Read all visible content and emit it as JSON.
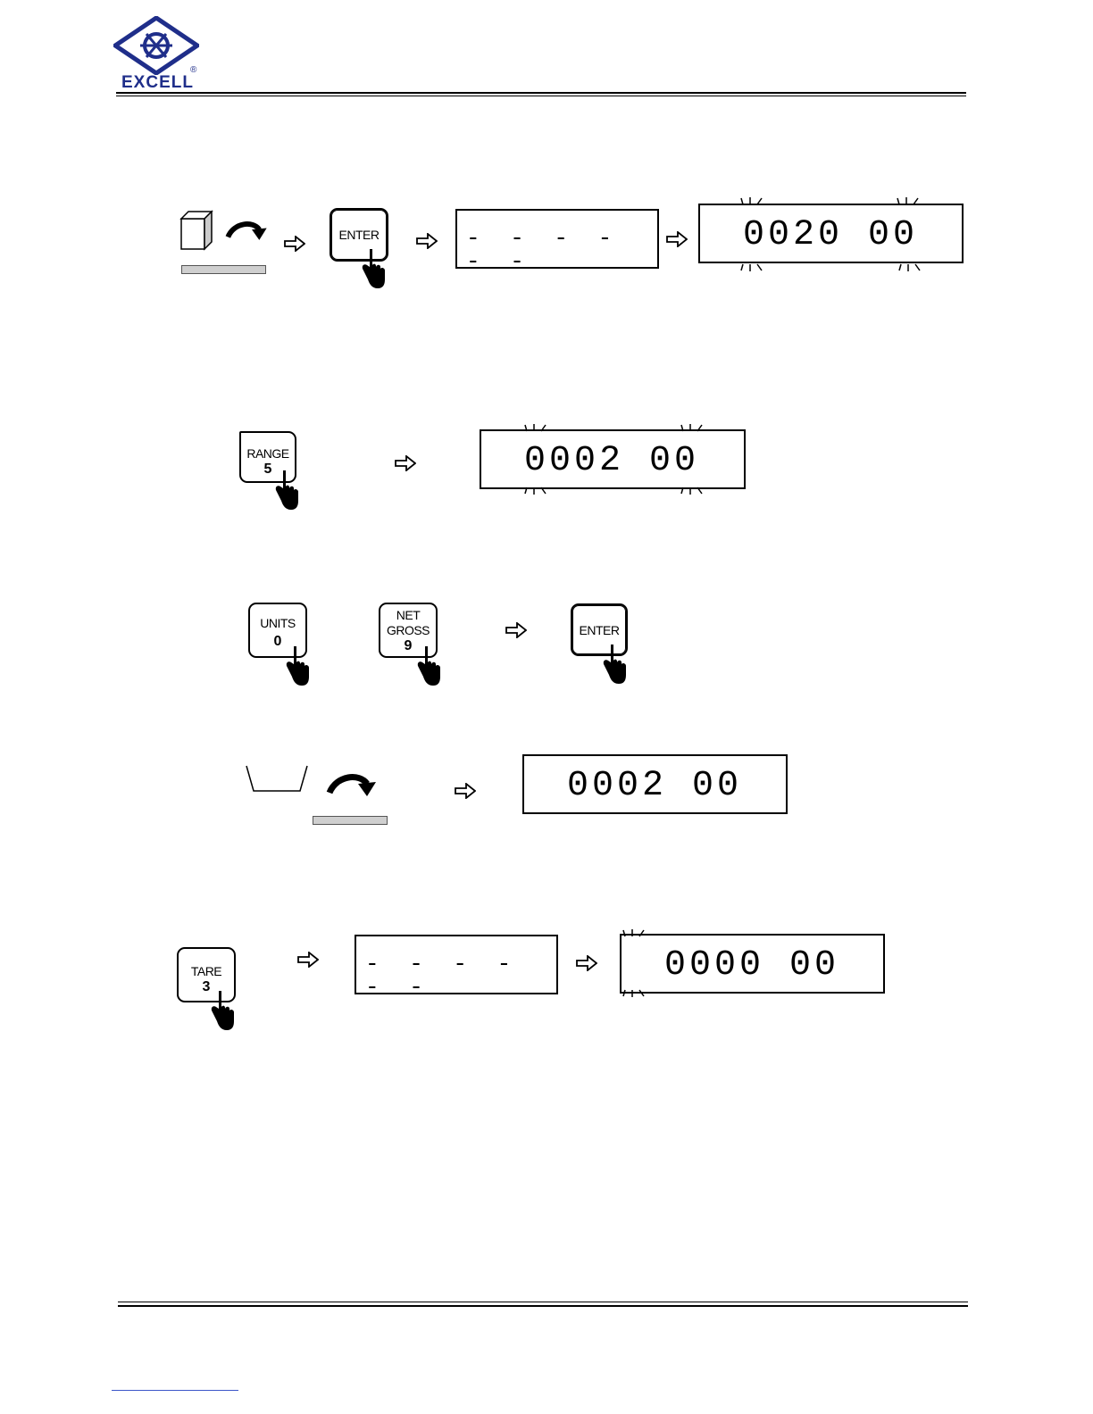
{
  "header": {
    "brand": "EXCELL",
    "registered_mark": "®"
  },
  "step1": {
    "enter_key": "ENTER",
    "display_wait": "- - - - - -",
    "display_result": "0020 00"
  },
  "step2": {
    "range_key_label": "RANGE",
    "range_key_number": "5",
    "display_result": "0002 00"
  },
  "step3": {
    "units_key_label": "UNITS",
    "units_key_number": "0",
    "netgross_key_label_1": "NET",
    "netgross_key_label_2": "GROSS",
    "netgross_key_number": "9",
    "enter_key": "ENTER"
  },
  "step4": {
    "display_result": "0002 00"
  },
  "step5": {
    "tare_key_label": "TARE",
    "tare_key_number": "3",
    "display_wait": "- - - - - -",
    "display_result": "0000 00"
  },
  "colors": {
    "logo_blue": "#1f2e8a",
    "plate_gray": "#cfcfcf"
  }
}
